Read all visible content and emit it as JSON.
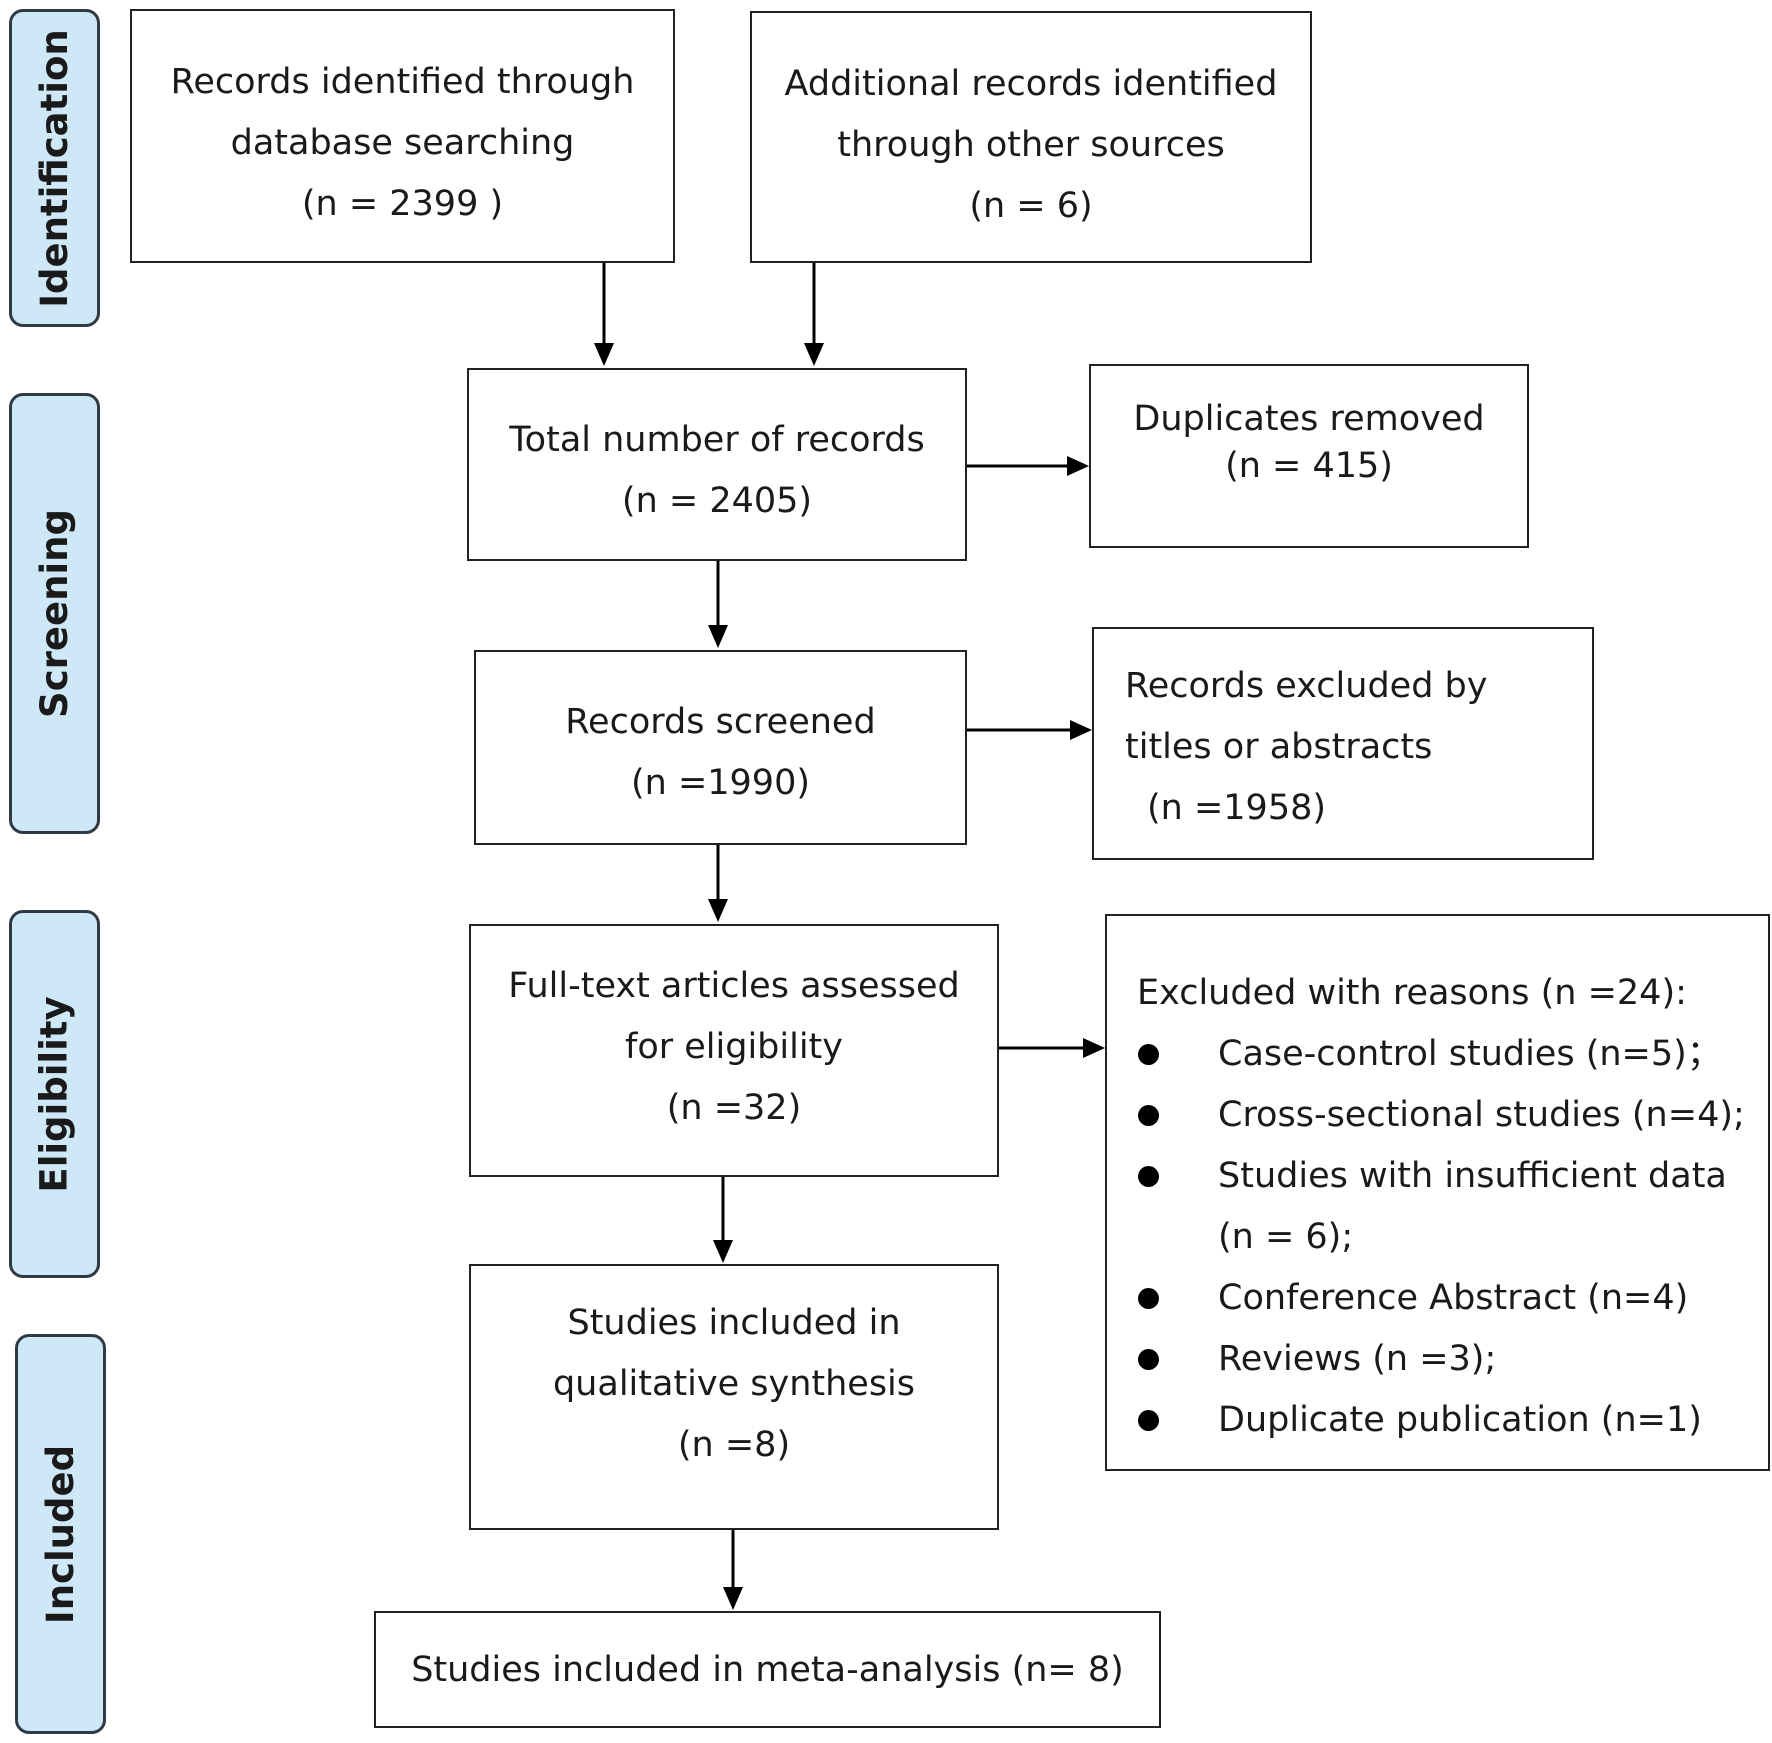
{
  "phases": {
    "identification": "Identification",
    "screening": "Screening",
    "eligibility": "Eligibility",
    "included": "Included"
  },
  "boxes": {
    "database": {
      "lines": [
        "Records identified through",
        "database searching",
        "(n = 2399 )"
      ]
    },
    "other_sources": {
      "lines": [
        "Additional records identified",
        "through other sources",
        "(n = 6)"
      ]
    },
    "total": {
      "lines": [
        "Total number of records",
        "(n = 2405)"
      ]
    },
    "duplicates": {
      "lines": [
        "Duplicates removed",
        "(n = 415)"
      ]
    },
    "screened": {
      "lines": [
        "Records screened",
        "(n =1990)"
      ]
    },
    "excluded_titles": {
      "lines": [
        "Records excluded by",
        "titles or abstracts",
        "(n =1958)"
      ]
    },
    "fulltext": {
      "lines": [
        "Full-text articles assessed",
        "for eligibility",
        "(n =32)"
      ]
    },
    "excluded_reasons": {
      "heading": "Excluded with reasons (n =24):",
      "items": [
        {
          "text": "Case-control studies (n=5)；"
        },
        {
          "text": "Cross-sectional studies (n=4);"
        },
        {
          "text": "Studies with insufficient data",
          "cont": "(n = 6);"
        },
        {
          "text": "Conference Abstract (n=4)"
        },
        {
          "text": "Reviews (n =3);"
        },
        {
          "text": "Duplicate publication (n=1)"
        }
      ]
    },
    "qualitative": {
      "lines": [
        "Studies included in",
        "qualitative synthesis",
        "(n =8)"
      ]
    },
    "meta": {
      "lines": [
        "Studies included in meta-analysis (n= 8)"
      ]
    }
  },
  "colors": {
    "phase_fill": "#cfe8f8",
    "phase_border": "#2f3a44",
    "box_border": "#222222",
    "arrow": "#000000"
  }
}
